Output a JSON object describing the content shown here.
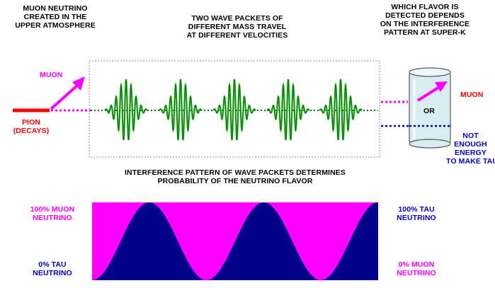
{
  "captions": {
    "muon_created": [
      "MUON NEUTRINO",
      "CREATED IN THE",
      "UPPER ATMOSPHERE"
    ],
    "wave_packets": [
      "TWO WAVE PACKETS OF",
      "DIFFERENT MASS TRAVEL",
      "AT DIFFERENT VELOCITIES"
    ],
    "flavor_detected": [
      "WHICH FLAVOR IS",
      "DETECTED DEPENDS",
      "ON THE INTERFERENCE",
      "PATTERN AT SUPER-K"
    ],
    "interference": [
      "INTERFERENCE PATTERN OF WAVE PACKETS DETERMINES",
      "PROBABILITY OF THE NEUTRINO FLAVOR"
    ]
  },
  "labels": {
    "muon_left": "MUON",
    "pion": "PION",
    "decays": "(DECAYS)",
    "muon_right": "MUON",
    "or": "OR",
    "not_enough": [
      "NOT",
      "ENOUGH",
      "ENERGY",
      "TO MAKE TAU"
    ]
  },
  "probability": {
    "top_left": [
      "100% MUON",
      "NEUTRINO"
    ],
    "bottom_left": [
      "0% TAU",
      "NEUTRINO"
    ],
    "top_right": [
      "100% TAU",
      "NEUTRINO"
    ],
    "bottom_right": [
      "0% MUON",
      "NEUTRINO"
    ],
    "muon_color": "#ff00ff",
    "tau_color": "#00008b"
  },
  "colors": {
    "wave": "#22aa22",
    "wave_dark": "#007700",
    "pion_line": "#ff0000",
    "muon_arrow": "#ff00ff",
    "tau_dots": "#0000cc",
    "detector": "#cfe6ee"
  }
}
